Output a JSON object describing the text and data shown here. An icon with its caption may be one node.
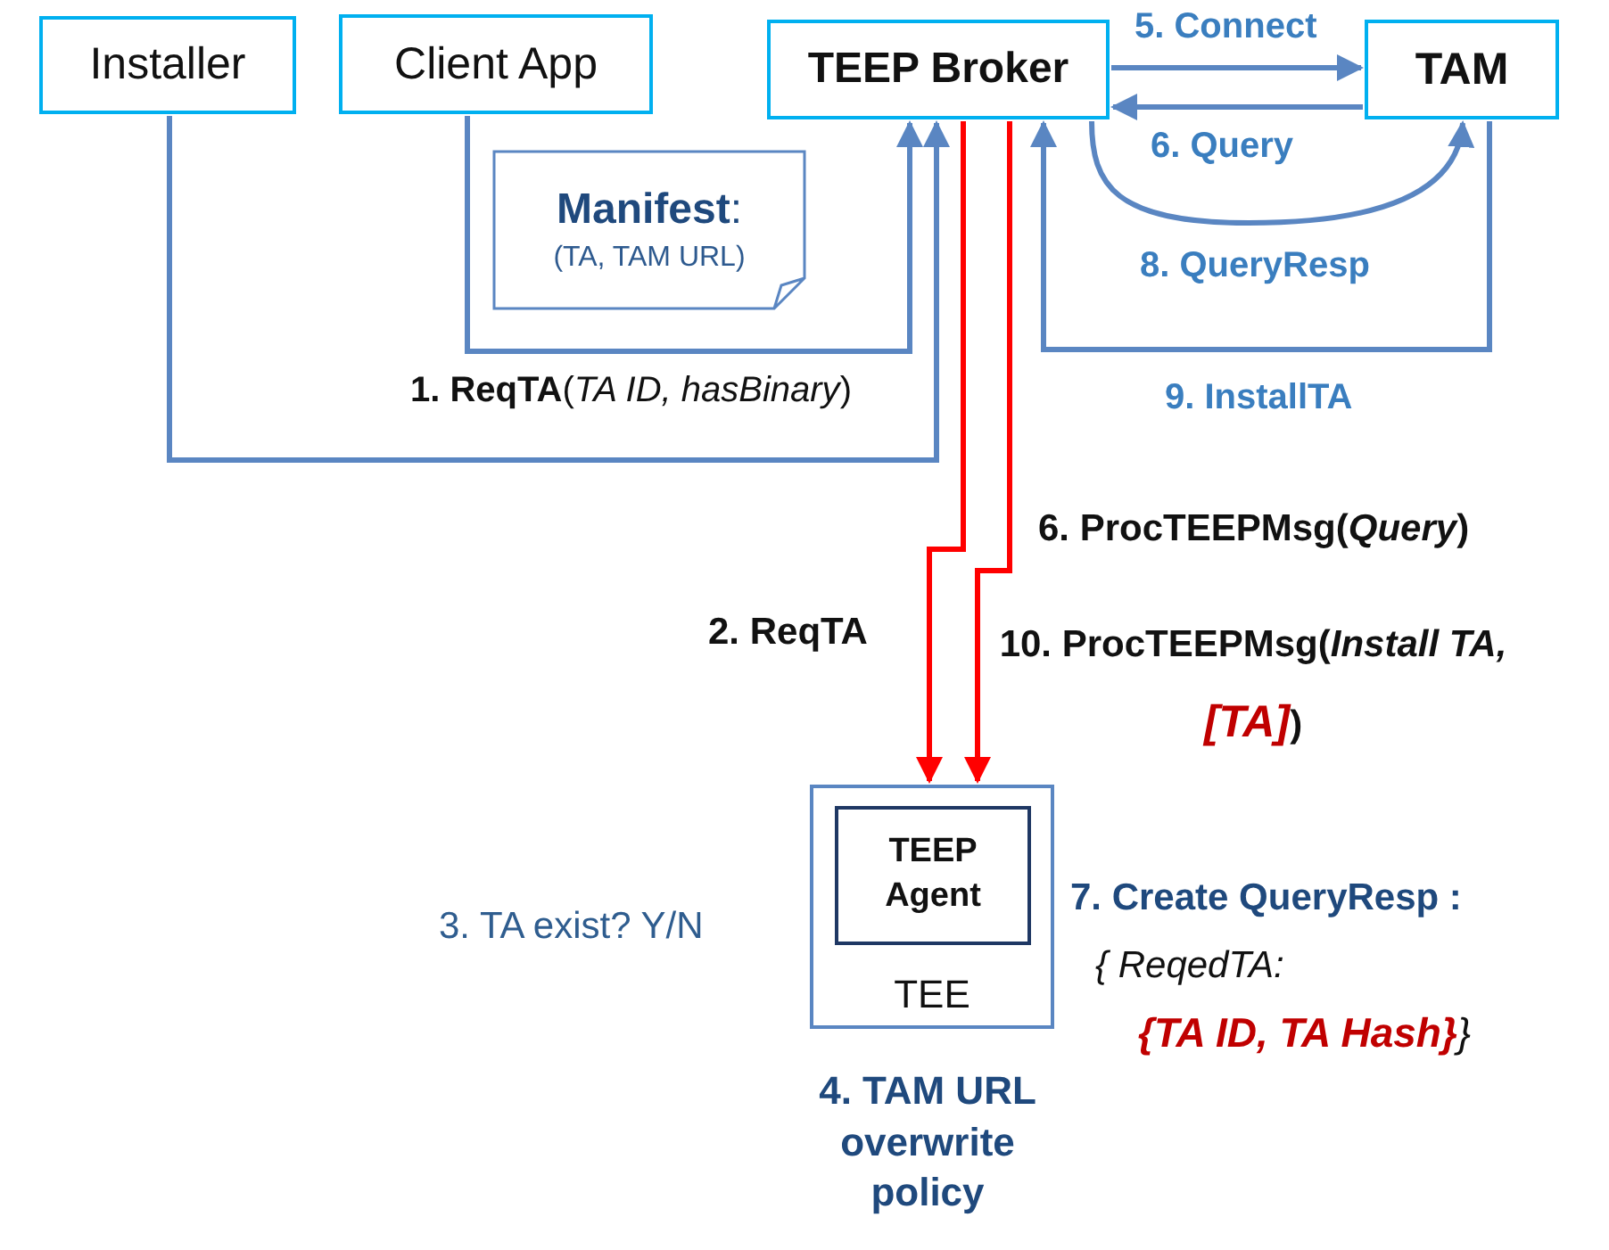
{
  "diagram": {
    "nodes": [
      {
        "text": [
          "Installer"
        ]
      },
      {
        "text": [
          "Client App"
        ]
      },
      {
        "text": [
          "TEEP Broker"
        ]
      },
      {
        "text": [
          "TAM"
        ]
      },
      {
        "text": [
          "**Manifest**:",
          "(TA, TAM URL)"
        ]
      },
      {
        "text": [
          "TEE"
        ]
      },
      {
        "text": [
          "TEEP Agent"
        ],
        "in": 5
      }
    ],
    "edges": [
      {
        "from": 0,
        "to": 2,
        "arrow": "to",
        "label": "**1. ReqTA**(*TA ID, hasBinary*)"
      },
      {
        "from": 1,
        "to": 2,
        "arrow": "to"
      },
      {
        "from": 2,
        "to": 3,
        "arrow": "to",
        "label": "5. Connect"
      },
      {
        "from": 3,
        "to": 2,
        "arrow": "to",
        "label": "6. Query"
      },
      {
        "from": 2,
        "to": 3,
        "arrow": "to",
        "label": "8. QueryResp"
      },
      {
        "from": 3,
        "to": 2,
        "arrow": "to",
        "label": "9. InstallTA"
      },
      {
        "from": 2,
        "to": 5,
        "arrow": "to",
        "label": "2. ReqTA",
        "color": "#ff0000"
      },
      {
        "from": 2,
        "to": 5,
        "arrow": "to",
        "label": "6. ProcTEEPMsg(*Query*)",
        "color": "#ff0000"
      }
    ],
    "labels": [
      "10. ProcTEEPMsg(*Install TA,*",
      "[TA]",
      ")",
      "3. TA exist? Y/N",
      "4. TAM URL overwrite policy",
      "7. Create QueryResp :",
      "{ ReqedTA:",
      "{TA ID, TA Hash}",
      "}"
    ]
  }
}
